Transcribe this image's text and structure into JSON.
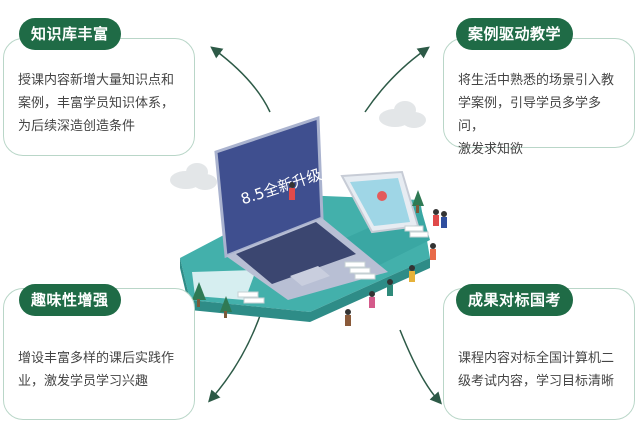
{
  "features": [
    {
      "title": "知识库丰富",
      "desc": [
        "授课内容新增大量知识点和",
        "案例，丰富学员知识体系，",
        "为后续深造创造条件"
      ]
    },
    {
      "title": "案例驱动教学",
      "desc": [
        "将生活中熟悉的场景引入教",
        "学案例，引导学员多学多问，",
        "激发求知欲"
      ]
    },
    {
      "title": "趣味性增强",
      "desc": [
        "增设丰富多样的课后实践作",
        "业，激发学员学习兴趣"
      ]
    },
    {
      "title": "成果对标国考",
      "desc": [
        "课程内容对标全国计算机二",
        "级考试内容，学习目标清晰"
      ]
    }
  ],
  "laptop_screen_text": "8.5全新升级",
  "colors": {
    "accent": "#1f6b46",
    "platform": "#3aa7a3",
    "card_border": "#b9d6c8"
  }
}
